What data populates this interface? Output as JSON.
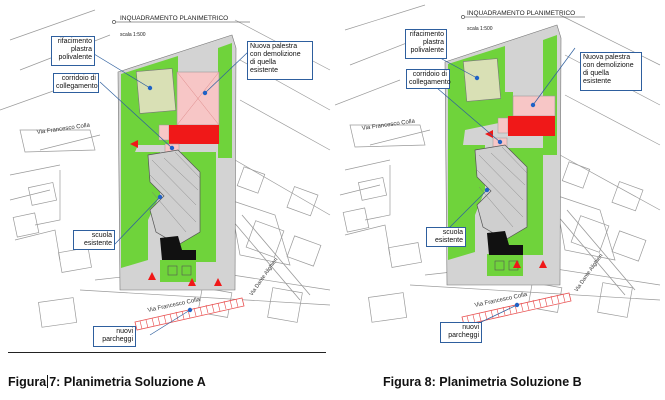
{
  "figure_a": {
    "header": "INQUADRAMENTO PLANIMETRICO",
    "scale": "scala 1:500",
    "callouts": {
      "rifacimento": "rifacimento\nplastra\npolivalente",
      "corridoio": "corridoio di\ncollegamento",
      "palestra": "Nuova palestra\ncon demolizione\ndi quella\nesistente",
      "scuola": "scuola\nesistente",
      "parcheggi": "nuovi\nparcheggi"
    },
    "streets": {
      "colla_top": "Via Francesco Colla",
      "colla_bottom": "Via Francesco Colla",
      "alighieri": "Via Dante Alighieri"
    },
    "caption_prefix": "Figura",
    "caption_rest": "7: Planimetria Soluzione A"
  },
  "figure_b": {
    "header": "INQUADRAMENTO PLANIMETRICO",
    "scale": "scala 1:500",
    "callouts": {
      "rifacimento": "rifacimento\nplastra\npolivalente",
      "corridoio": "corridoio di\ncollegamento",
      "palestra": "Nuova palestra\ncon demolizione\ndi quella\nesistente",
      "scuola": "scuola\nesistente",
      "parcheggi": "nuovi\nparcheggi"
    },
    "streets": {
      "colla_top": "Via Francesco Colla",
      "colla_bottom": "Via Francesco Colla",
      "alighieri": "Via Dante Alighieri"
    },
    "caption": "Figura 8: Planimetria Soluzione B"
  },
  "colors": {
    "green": "#6fd33b",
    "red": "#f01818",
    "pink": "#f7c6c6",
    "court": "#d9e0b5",
    "gray": "#d3d3d3",
    "blue": "#2e5f9e",
    "hatch": "#e85050"
  }
}
